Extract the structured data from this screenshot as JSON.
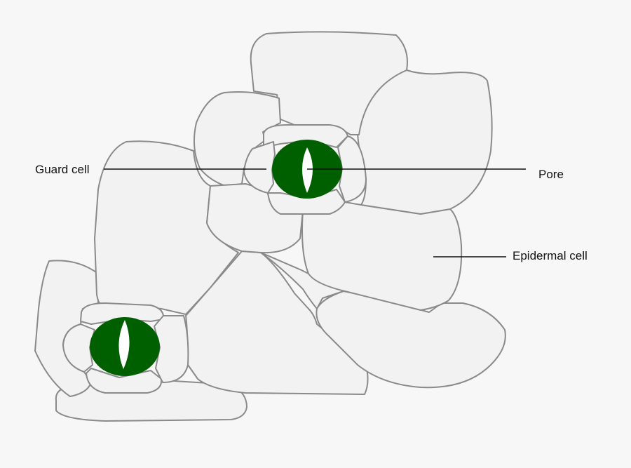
{
  "labels": {
    "guard_cell": "Guard cell",
    "pore": "Pore",
    "epidermal_cell": "Epidermal cell"
  },
  "colors": {
    "guard_cell": "#006000",
    "cell_fill": "#f2f2f2",
    "cell_outline": "#8a8a8a",
    "background": "#f7f7f7"
  }
}
